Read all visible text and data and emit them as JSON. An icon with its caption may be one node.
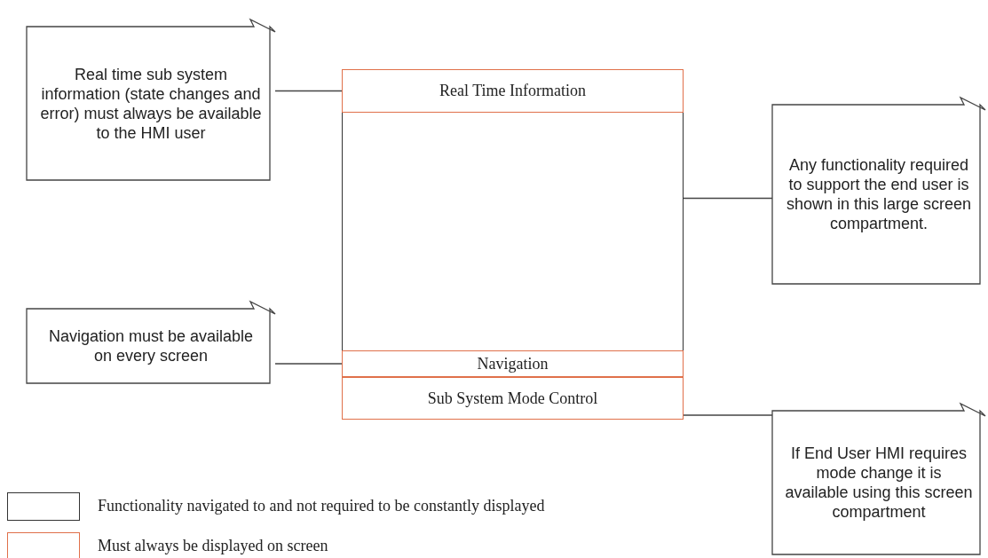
{
  "diagram": {
    "nodes": [
      {
        "text": [
          "Real time sub system information (state changes and error) must always be available to the HMI user"
        ]
      },
      {
        "text": [
          "Real Time Information"
        ]
      },
      {
        "text": [],
        "shape": "box"
      },
      {
        "text": [
          "Any functionality required to support the end user is shown in this large screen compartment."
        ]
      },
      {
        "text": [
          "Navigation must be available on every screen"
        ]
      },
      {
        "text": [
          "Navigation"
        ]
      },
      {
        "text": [
          "Sub System Mode Control"
        ]
      },
      {
        "text": [
          "If End User HMI requires mode change it is available using this screen compartment"
        ]
      }
    ],
    "edges": [
      {
        "from": 0,
        "to": 1,
        "arrow": "none"
      },
      {
        "from": 3,
        "to": 2,
        "arrow": "none"
      },
      {
        "from": 4,
        "to": 5,
        "arrow": "none"
      },
      {
        "from": 7,
        "to": 6,
        "arrow": "none"
      }
    ],
    "legend": [
      {
        "text": "Functionality navigated to and not required to be constantly displayed"
      },
      {
        "text": "Must always be displayed on screen"
      }
    ]
  }
}
